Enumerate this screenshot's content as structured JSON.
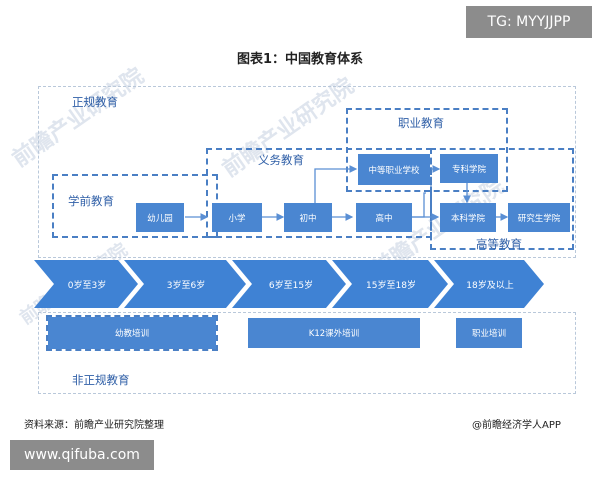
{
  "tag_top": "TG: MYYJJPP",
  "title": "图表1：中国教育体系",
  "watermark": "前瞻产业研究院",
  "regions": {
    "formal": "正规教育",
    "informal": "非正规教育",
    "preschool": "学前教育",
    "compulsory": "义务教育",
    "vocational": "职业教育",
    "higher": "高等教育"
  },
  "boxes": {
    "kindergarten": "幼儿园",
    "primary": "小学",
    "junior": "初中",
    "senior": "高中",
    "sec_vocational": "中等职业学校",
    "college": "专科学院",
    "undergrad": "本科学院",
    "graduate": "研究生学院"
  },
  "age_stages": [
    "0岁至3岁",
    "3岁至6岁",
    "6岁至15岁",
    "15岁至18岁",
    "18岁及以上"
  ],
  "training": {
    "early": "幼教培训",
    "k12": "K12课外培训",
    "vocational": "职业培训"
  },
  "footer": {
    "source": "资料来源：前瞻产业研究院整理",
    "credit": "@前瞻经济学人APP"
  },
  "tag_bottom": "www.qifuba.com",
  "colors": {
    "box": "#4a86d1",
    "arrow": "#3f82d4",
    "dashed_group": "#4a7fc4",
    "region_border": "#b9c8da"
  }
}
